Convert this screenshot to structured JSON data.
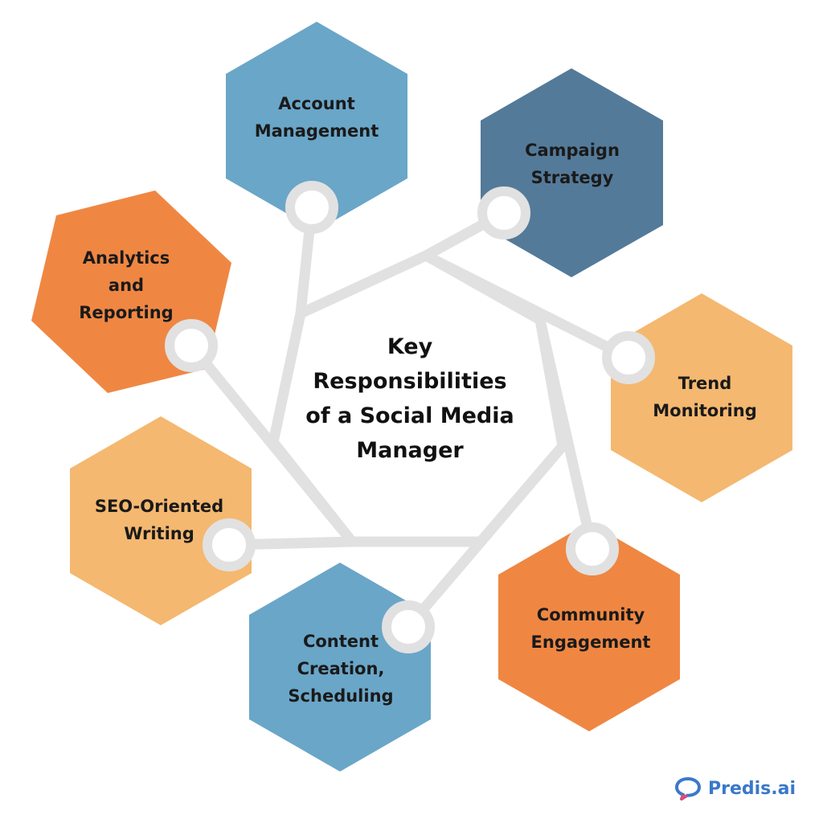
{
  "title": "Key\nResponsibilities\nof a Social Media\nManager",
  "nodes": [
    {
      "id": "account",
      "label": "Account\nManagement",
      "color": "#6aa6c8"
    },
    {
      "id": "campaign",
      "label": "Campaign\nStrategy",
      "color": "#547a99"
    },
    {
      "id": "trend",
      "label": "Trend\nMonitoring",
      "color": "#f4b870"
    },
    {
      "id": "community",
      "label": "Community\nEngagement",
      "color": "#ef8743"
    },
    {
      "id": "content",
      "label": "Content\nCreation,\nScheduling",
      "color": "#6aa6c8"
    },
    {
      "id": "seo",
      "label": "SEO-Oriented\nWriting",
      "color": "#f4b870"
    },
    {
      "id": "analytics",
      "label": "Analytics\nand\nReporting",
      "color": "#ef8743"
    }
  ],
  "colors": {
    "connector": "#e1e1e1",
    "text": "#1a1a1a",
    "brand": "#3a78c9"
  },
  "brand": {
    "name": "Predis.ai",
    "icon": "chat-bubble-logo-icon"
  }
}
